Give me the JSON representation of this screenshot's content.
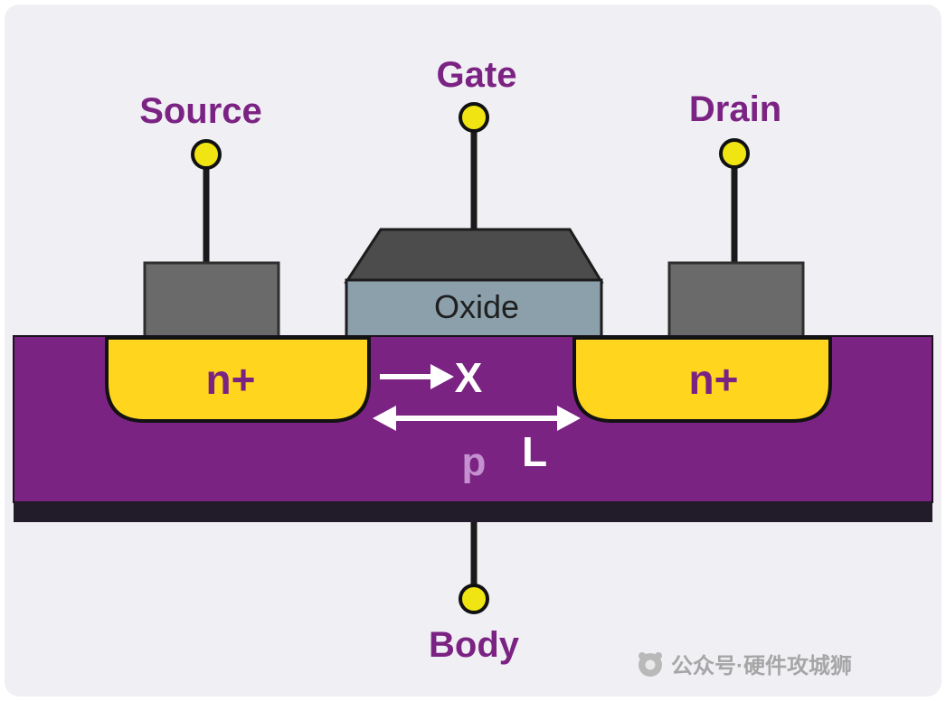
{
  "diagram": {
    "terminals": {
      "source": "Source",
      "gate": "Gate",
      "drain": "Drain",
      "body": "Body"
    },
    "regions": {
      "oxide": "Oxide",
      "n_plus_left": "n+",
      "n_plus_right": "n+",
      "substrate": "p"
    },
    "annotations": {
      "x_marker": "X",
      "channel_length": "L"
    },
    "colors": {
      "background": "#f0eff4",
      "substrate_purple": "#7b2383",
      "substrate_base": "#221c2a",
      "n_region_yellow": "#ffd51e",
      "terminal_yellow": "#f0e413",
      "contact_gray": "#6a6a6a",
      "gate_cap_gray": "#4c4c4c",
      "oxide_blue_gray": "#8ba0ab",
      "label_purple": "#7b2383",
      "p_label_lavender": "#c490cf",
      "arrow_white": "#ffffff"
    },
    "watermark": {
      "text": "公众号·硬件攻城狮"
    }
  }
}
